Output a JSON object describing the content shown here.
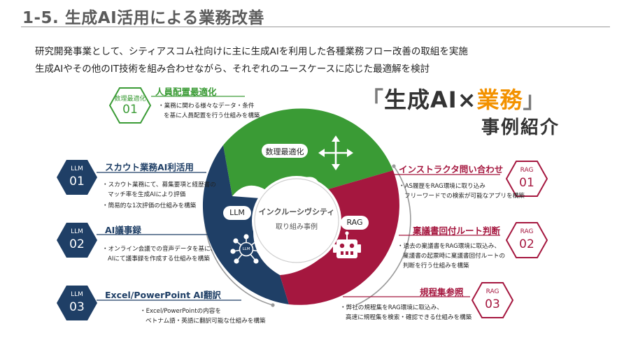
{
  "page": {
    "title": "1-5. 生成AI活用による業務改善",
    "intro_line1": "研究開発事業として、シティアスコム社向けに主に生成AIを利用した各種業務フロー改善の取組を実施",
    "intro_line2": "生成AIやその他のIT技術を組み合わせながら、それぞれのユースケースに応じた最適解を検討"
  },
  "headline": {
    "seg1": "「",
    "seg2": "生成AI×",
    "seg3": "業務",
    "seg4": "」",
    "sub": "事例紹介"
  },
  "colors": {
    "green": "#3a9b35",
    "navy": "#1f3f66",
    "crimson": "#a5173f",
    "orange": "#f39200",
    "gray": "#8a8a8a"
  },
  "ring": {
    "center_line1": "インクルーシヴシティ",
    "center_line2": "取り組み事例",
    "top_label": "数理最適化",
    "left_label": "LLM",
    "right_label": "RAG",
    "top_icon": "move-arrows-icon",
    "left_icon": "neural-network-icon",
    "right_icon": "robot-icon",
    "llm_icon_text": "LLM"
  },
  "cases": {
    "opt1": {
      "tag": "数理最適化",
      "num": "01",
      "title": "人員配置最適化",
      "lines": [
        "・業務に関わる様々なデータ・条件",
        "を基に人員配置を行う仕組みを構築"
      ]
    },
    "llm1": {
      "tag": "LLM",
      "num": "01",
      "title": "スカウト業務AI利活用",
      "lines": [
        "・スカウト業務にて、募集要項と経歴書の",
        "マッチ率を生成AIにより評価",
        "・簡易的な1次評価の仕組みを構築"
      ]
    },
    "llm2": {
      "tag": "LLM",
      "num": "02",
      "title": "AI議事録",
      "lines": [
        "・オンライン会議での音声データを基に、",
        "AIにて議事録を作成する仕組みを構築"
      ]
    },
    "llm3": {
      "tag": "LLM",
      "num": "03",
      "title": "Excel/PowerPoint AI翻訳",
      "lines": [
        "・Excel/PowerPointの内容を",
        "ベトナム語・英語に翻訳可能な仕組みを構築"
      ]
    },
    "rag1": {
      "tag": "RAG",
      "num": "01",
      "title": "インストラクタ問い合わせ",
      "lines": [
        "・AS履歴をRAG環境に取り込み",
        "フリーワードでの検索が可能なアプリを構築"
      ]
    },
    "rag2": {
      "tag": "RAG",
      "num": "02",
      "title": "稟議書回付ルート判断",
      "lines": [
        "・過去の稟議書をRAG環境に取込み、",
        "稟議書の起票時に稟議書回付ルートの",
        "判断を行う仕組みを構築"
      ]
    },
    "rag3": {
      "tag": "RAG",
      "num": "03",
      "title": "規程集参照",
      "lines": [
        "・弊社の規程集をRAG環境に取込み、",
        "高速に規程集を検索・確認できる仕組みを構築"
      ]
    }
  }
}
